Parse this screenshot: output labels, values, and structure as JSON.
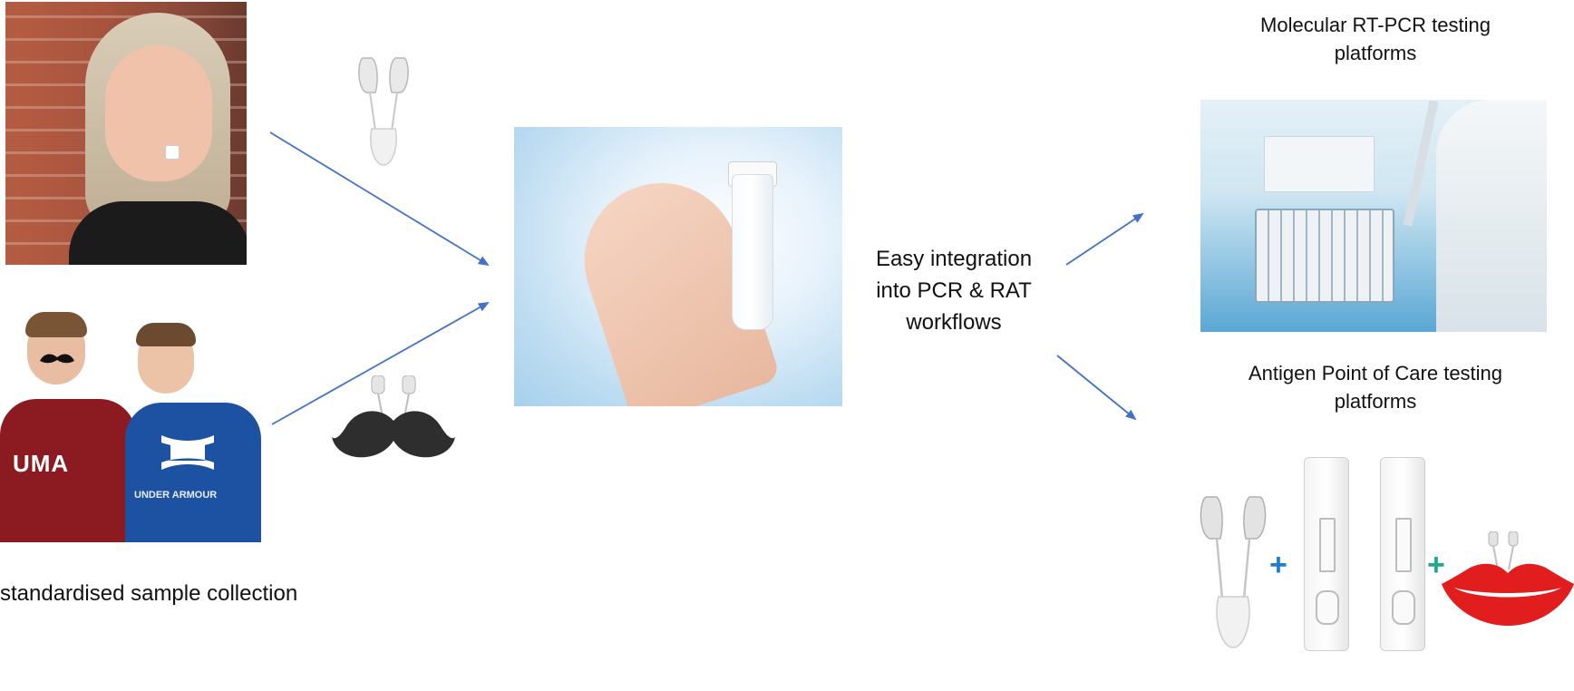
{
  "labels": {
    "molecular": "Molecular RT-PCR testing platforms",
    "antigen": "Antigen Point of Care testing platforms",
    "easy_integration": "Easy integration into PCR & RAT workflows",
    "standardised": "standardised sample collection"
  },
  "shirt_text": {
    "boy1": "UMA",
    "boy2": "UNDER ARMOUR"
  },
  "icons": {
    "nasal_clip": "nasal-clip-icon",
    "mustache_clip": "mustache-clip-icon",
    "plus": "+"
  },
  "colors": {
    "arrow": "#4472C4",
    "plus_blue": "#1a7fd1",
    "plus_green": "#20a98a",
    "lips": "#e21d1d"
  }
}
